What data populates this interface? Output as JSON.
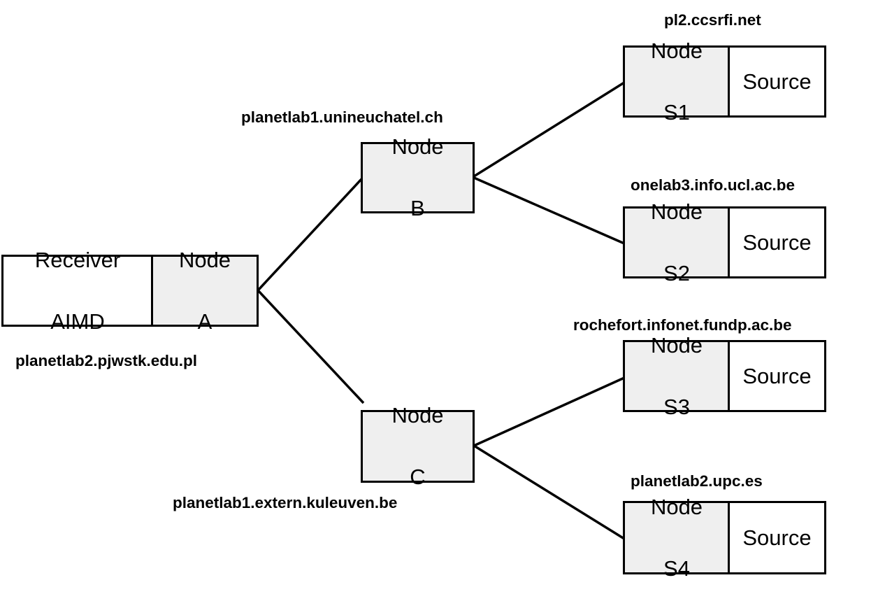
{
  "colors": {
    "node_fill": "#efefef",
    "box_fill": "#ffffff",
    "stroke": "#000000"
  },
  "receiver": {
    "label_line1": "Receiver",
    "label_line2": "AIMD",
    "host": "planetlab2.pjwstk.edu.pl"
  },
  "nodes": {
    "a": {
      "line1": "Node",
      "line2": "A"
    },
    "b": {
      "line1": "Node",
      "line2": "B",
      "host": "planetlab1.unineuchatel.ch"
    },
    "c": {
      "line1": "Node",
      "line2": "C",
      "host": "planetlab1.extern.kuleuven.be"
    },
    "s1": {
      "line1": "Node",
      "line2": "S1",
      "host": "pl2.ccsrfi.net"
    },
    "s2": {
      "line1": "Node",
      "line2": "S2",
      "host": "onelab3.info.ucl.ac.be"
    },
    "s3": {
      "line1": "Node",
      "line2": "S3",
      "host": "rochefort.infonet.fundp.ac.be"
    },
    "s4": {
      "line1": "Node",
      "line2": "S4",
      "host": "planetlab2.upc.es"
    }
  },
  "source_label": "Source",
  "links": [
    {
      "from": "Node A",
      "to": "Node B"
    },
    {
      "from": "Node A",
      "to": "Node C"
    },
    {
      "from": "Node B",
      "to": "Node S1"
    },
    {
      "from": "Node B",
      "to": "Node S2"
    },
    {
      "from": "Node C",
      "to": "Node S3"
    },
    {
      "from": "Node C",
      "to": "Node S4"
    }
  ]
}
